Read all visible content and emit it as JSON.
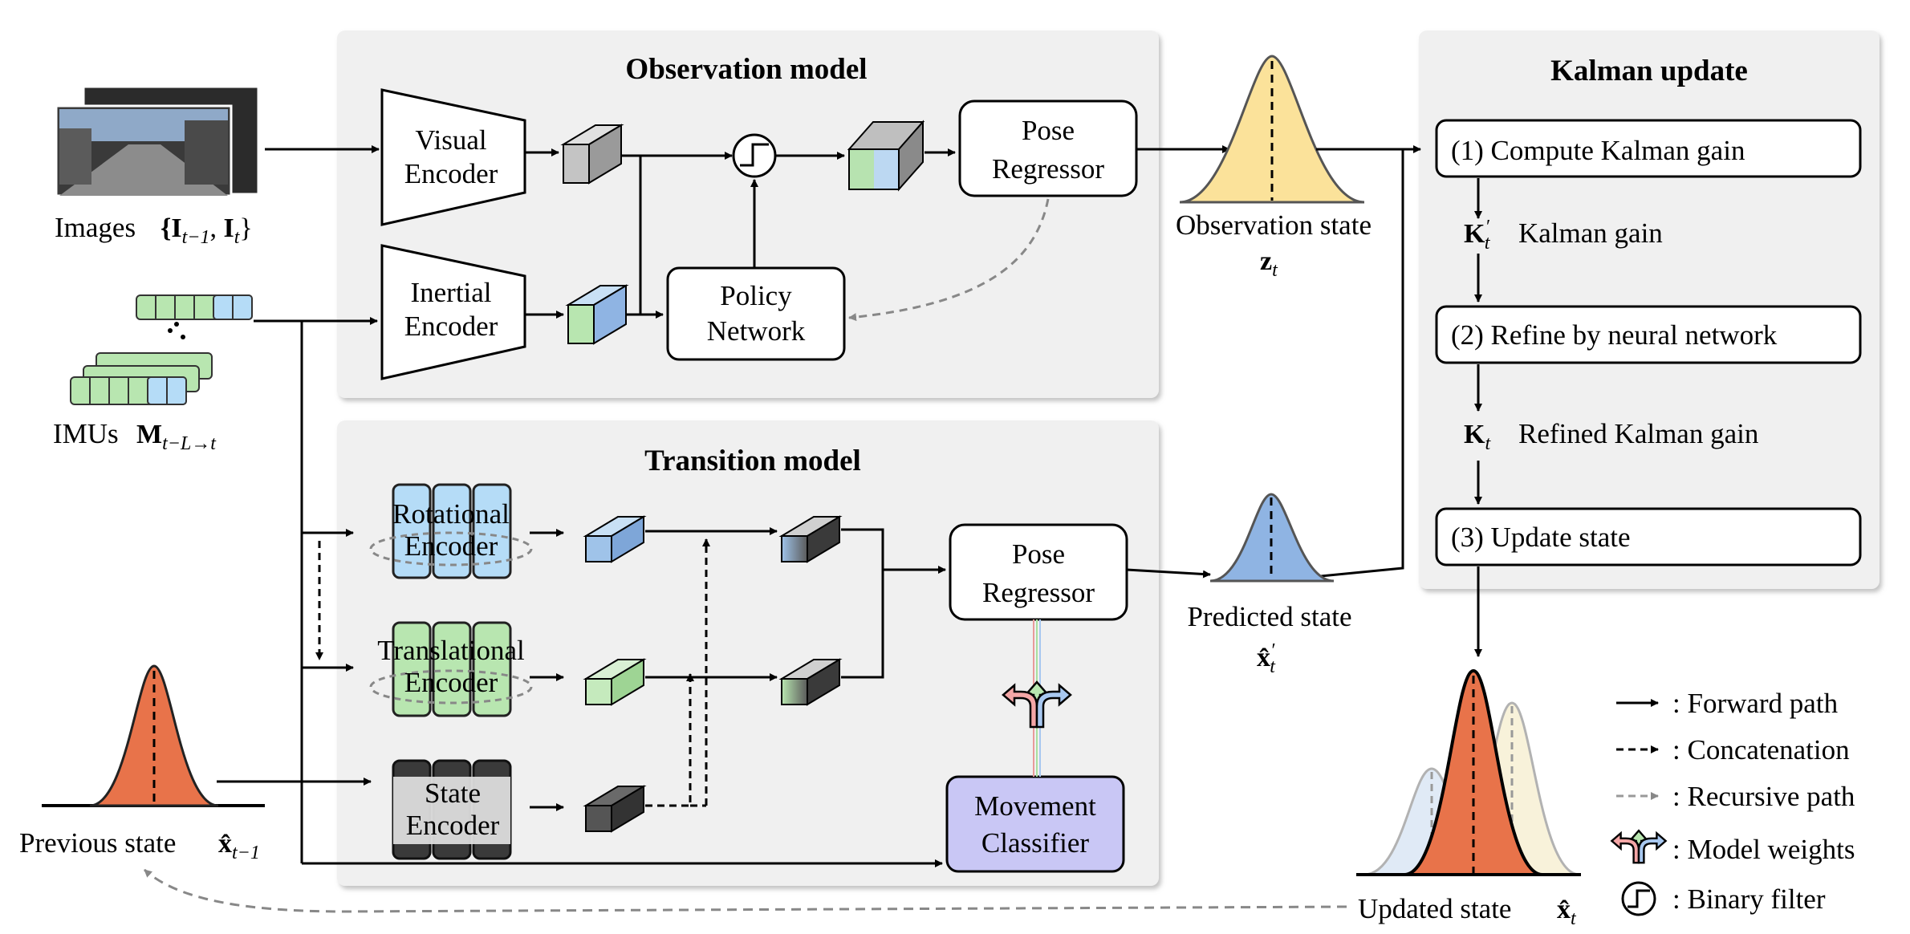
{
  "observation_model": {
    "title": "Observation model",
    "visual_encoder": [
      "Visual",
      "Encoder"
    ],
    "inertial_encoder": [
      "Inertial",
      "Encoder"
    ],
    "policy_network": [
      "Policy",
      "Network"
    ],
    "pose_regressor": [
      "Pose",
      "Regressor"
    ]
  },
  "transition_model": {
    "title": "Transition model",
    "rotational_encoder": [
      "Rotational",
      "Encoder"
    ],
    "translational_encoder": [
      "Translational",
      "Encoder"
    ],
    "state_encoder": [
      "State",
      "Encoder"
    ],
    "pose_regressor": [
      "Pose",
      "Regressor"
    ],
    "movement_classifier": [
      "Movement",
      "Classifier"
    ]
  },
  "kalman_update": {
    "title": "Kalman update",
    "step1": "(1) Compute Kalman gain",
    "gain_label": "Kalman gain",
    "step2": "(2) Refine by neural network",
    "refined_label": "Refined Kalman gain",
    "step3": "(3) Update state"
  },
  "labels": {
    "images": "Images",
    "imus": "IMUs",
    "observation_state": "Observation state",
    "predicted_state": "Predicted state",
    "previous_state": "Previous state",
    "updated_state": "Updated state"
  },
  "math": {
    "images_set": "{I",
    "imus_sym": "M",
    "imus_sub": "t−L→t",
    "obs_sym": "z",
    "t": "t",
    "pred_sym": "x̂",
    "prime": "′",
    "prev_sub": "t−1",
    "gain_sym": "K"
  },
  "legend": [
    {
      "icon": "solid-arrow-icon",
      "text": ": Forward path"
    },
    {
      "icon": "dashed-arrow-icon",
      "text": ": Concatenation"
    },
    {
      "icon": "gray-dashed-arrow-icon",
      "text": ": Recursive path"
    },
    {
      "icon": "model-weights-icon",
      "text": ": Model weights"
    },
    {
      "icon": "binary-filter-icon",
      "text": ": Binary filter"
    }
  ],
  "colors": {
    "panel_bg": "#f0f0f0",
    "obs_gauss": "#fbe29a",
    "pred_gauss": "#8fb4e3",
    "state_gauss": "#e8734a",
    "movement_box": "#c9c7f5",
    "rot_encoder": "#b5dcf7",
    "trans_encoder": "#b8e6b0",
    "state_encoder": "#3a3a3a"
  }
}
